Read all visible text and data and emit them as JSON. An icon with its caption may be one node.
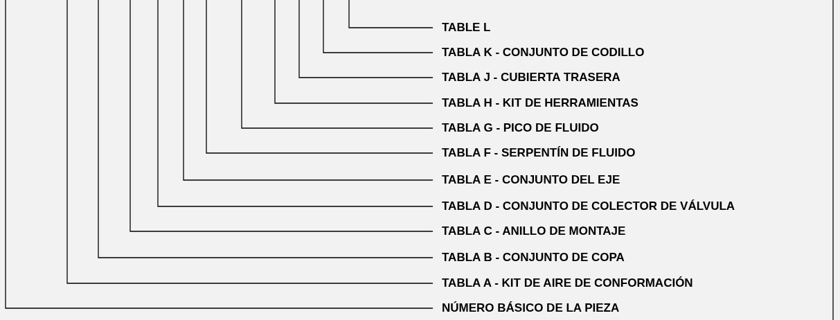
{
  "diagram": {
    "nodes": [
      {
        "text": [
          "TABLE L"
        ]
      },
      {
        "text": [
          "TABLA K - CONJUNTO DE CODILLO"
        ]
      },
      {
        "text": [
          "TABLA J - CUBIERTA TRASERA"
        ]
      },
      {
        "text": [
          "TABLA H - KIT DE HERRAMIENTAS"
        ]
      },
      {
        "text": [
          "TABLA G - PICO DE FLUIDO"
        ]
      },
      {
        "text": [
          "TABLA F - SERPENTÍN DE FLUIDO"
        ]
      },
      {
        "text": [
          "TABLA E - CONJUNTO DEL EJE"
        ]
      },
      {
        "text": [
          "TABLA D - CONJUNTO DE COLECTOR DE VÁLVULA"
        ]
      },
      {
        "text": [
          "TABLA C - ANILLO DE MONTAJE"
        ]
      },
      {
        "text": [
          "TABLA B - CONJUNTO DE COPA"
        ]
      },
      {
        "text": [
          "TABLA A - KIT DE AIRE DE CONFORMACIÓN"
        ]
      },
      {
        "text": [
          "NÚMERO BÁSICO DE LA PIEZA"
        ]
      }
    ],
    "edges": [
      {
        "from": null,
        "to": 0,
        "arrow": "none"
      },
      {
        "from": null,
        "to": 1,
        "arrow": "none"
      },
      {
        "from": null,
        "to": 2,
        "arrow": "none"
      },
      {
        "from": null,
        "to": 3,
        "arrow": "none"
      },
      {
        "from": null,
        "to": 4,
        "arrow": "none"
      },
      {
        "from": null,
        "to": 5,
        "arrow": "none"
      },
      {
        "from": null,
        "to": 6,
        "arrow": "none"
      },
      {
        "from": null,
        "to": 7,
        "arrow": "none"
      },
      {
        "from": null,
        "to": 8,
        "arrow": "none"
      },
      {
        "from": null,
        "to": 9,
        "arrow": "none"
      },
      {
        "from": null,
        "to": 10,
        "arrow": "none"
      },
      {
        "from": null,
        "to": 11,
        "arrow": "none"
      }
    ]
  }
}
